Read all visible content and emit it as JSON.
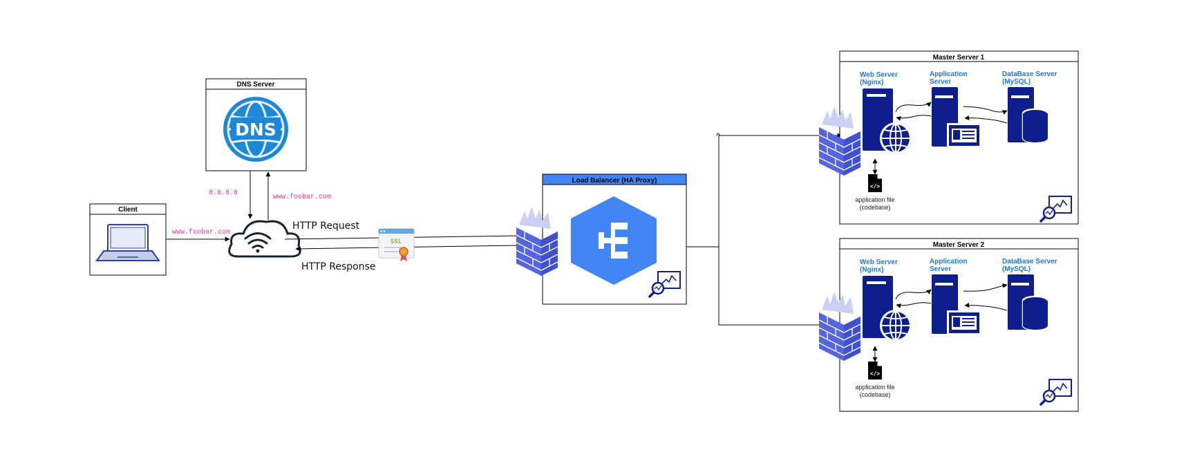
{
  "client": {
    "title": "Client"
  },
  "dns": {
    "title": "DNS Server",
    "icon_text": "DNS",
    "ip_label": "8.8.8.8",
    "reply_label": "www.foobar.com"
  },
  "client_request_label": "www.foobar.com",
  "http": {
    "request": "HTTP Request",
    "response": "HTTP Response",
    "ssl_text": "SSL"
  },
  "load_balancer": {
    "title": "Load Balancer (HA Proxy)"
  },
  "servers": [
    {
      "title": "Master Server 1",
      "web": [
        "Web Server",
        "(Nginx)"
      ],
      "app": [
        "Application",
        "Server"
      ],
      "db": [
        "DataBase Server",
        "(MySQL)"
      ],
      "file": [
        "application file",
        "(codebase)"
      ]
    },
    {
      "title": "Master Server 2",
      "web": [
        "Web Server",
        "(Nginx)"
      ],
      "app": [
        "Application",
        "Server"
      ],
      "db": [
        "DataBase Server",
        "(MySQL)"
      ],
      "file": [
        "application file",
        "(codebase)"
      ]
    }
  ],
  "colors": {
    "navy": "#0E1E8C",
    "accent_blue": "#1E78D4",
    "lb_blue": "#4285F4",
    "pink_text": "#E6368E",
    "firewall": "#5567E0"
  }
}
